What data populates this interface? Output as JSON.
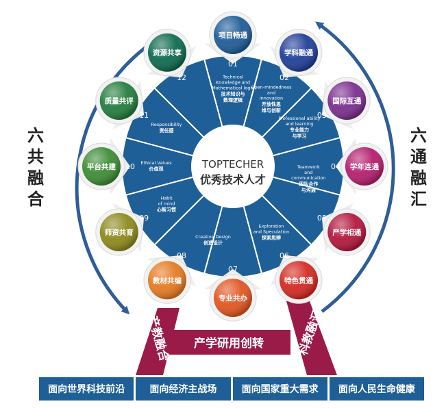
{
  "center": {
    "line1": "TOPTECHER",
    "line2": "优秀技术人才"
  },
  "left_label": "六\n共\n融\n合",
  "right_label": "六\n通\n融\n汇",
  "nodes": [
    {
      "num": "01",
      "label": "项目畅通",
      "color": "#1f5c97"
    },
    {
      "num": "02",
      "label": "学科融通",
      "color": "#203e98"
    },
    {
      "num": "03",
      "label": "国际互通",
      "color": "#7b2f8e"
    },
    {
      "num": "04",
      "label": "学年连通",
      "color": "#b51e6e"
    },
    {
      "num": "05",
      "label": "产学相通",
      "color": "#b3173c"
    },
    {
      "num": "06",
      "label": "特色贯通",
      "color": "#d42a22"
    },
    {
      "num": "07",
      "label": "专业共办",
      "color": "#e15620"
    },
    {
      "num": "08",
      "label": "教材共编",
      "color": "#e67a22"
    },
    {
      "num": "09",
      "label": "师资共育",
      "color": "#8d8a1c"
    },
    {
      "num": "10",
      "label": "平台共建",
      "color": "#3d8c35"
    },
    {
      "num": "11",
      "label": "质量共评",
      "color": "#247d3e"
    },
    {
      "num": "12",
      "label": "资源共享",
      "color": "#0f6a4f"
    }
  ],
  "segments": [
    {
      "en": [
        "Technical",
        "Knowledge and",
        "Mathematical logic"
      ],
      "cn": [
        "技术知识与",
        "数理逻辑"
      ]
    },
    {
      "en": [
        "Open-mindedness",
        "and",
        "innovation"
      ],
      "cn": [
        "开放性思",
        "维与创新"
      ]
    },
    {
      "en": [
        "Professional ability",
        "and learning"
      ],
      "cn": [
        "专业能力",
        "与学习"
      ]
    },
    {
      "en": [
        "Teamwork",
        "and",
        "communication"
      ],
      "cn": [
        "团队合作",
        "与沟通"
      ]
    },
    {
      "en": [
        "Exploration",
        "and Speculation"
      ],
      "cn": [
        "探索思辨"
      ]
    },
    {
      "en": [
        "Creative Design"
      ],
      "cn": [
        "创造设计"
      ]
    },
    {
      "en": [
        "Habit",
        "of mind"
      ],
      "cn": [
        "心智习惯"
      ]
    },
    {
      "en": [
        "Ethical Values"
      ],
      "cn": [
        "价值观"
      ]
    },
    {
      "en": [
        "Responsibility"
      ],
      "cn": [
        "责任感"
      ]
    }
  ],
  "frame": {
    "left": "产教融合",
    "right": "科教融汇",
    "middle": "产学研用创转"
  },
  "bottom": [
    "面向世界科技前沿",
    "面向经济主战场",
    "面向国家重大需求",
    "面向人民生命健康"
  ],
  "colors": {
    "segment": "#1f5f97",
    "frame": "#9a1a48",
    "bottom": "#1d5f96",
    "arrow": "#2e5d97"
  }
}
